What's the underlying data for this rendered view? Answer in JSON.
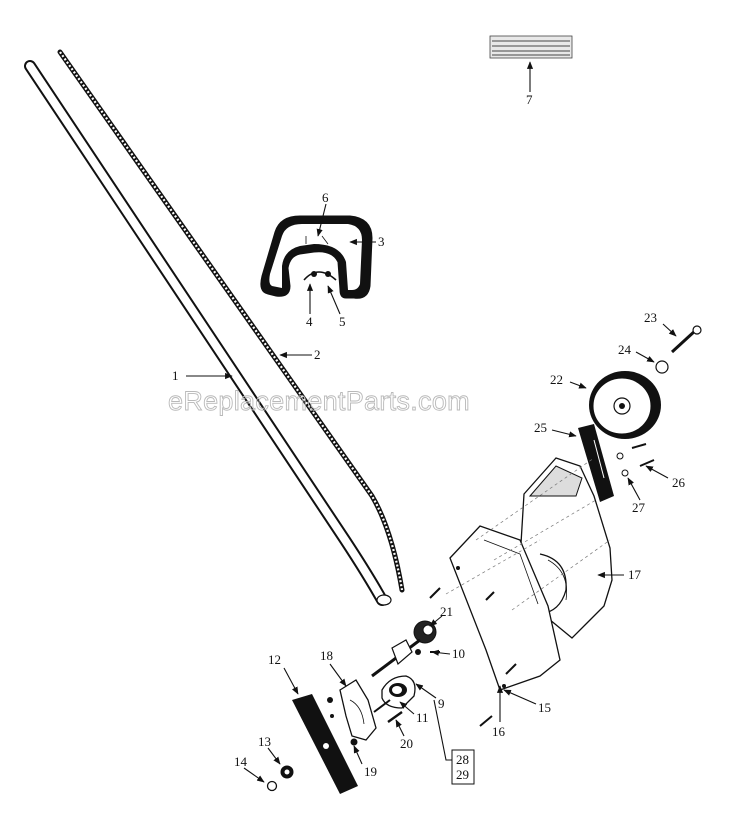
{
  "watermark": "eReplacementParts.com",
  "callouts": [
    "1",
    "2",
    "3",
    "4",
    "5",
    "6",
    "7",
    "9",
    "10",
    "11",
    "12",
    "13",
    "14",
    "15",
    "16",
    "17",
    "18",
    "19",
    "20",
    "21",
    "22",
    "23",
    "24",
    "25",
    "26",
    "27",
    "28",
    "29"
  ]
}
